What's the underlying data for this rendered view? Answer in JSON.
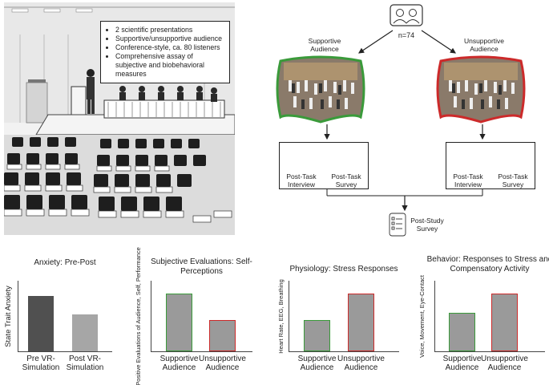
{
  "illustration": {
    "bullets": [
      "2 scientific presentations",
      "Supportive/unsupportive audience",
      "Conference-style, ca. 80 listeners",
      "Comprehensive assay of subjective and  biobehavioral measures"
    ]
  },
  "flow": {
    "participants": "n=74",
    "supportive_label": "Supportive Audience",
    "unsupportive_label": "Unsupportive Audience",
    "interview_label": "Post-Task Interview",
    "survey_label": "Post-Task Survey",
    "post_study_label": "Post-Study Survey",
    "colors": {
      "supportive": "#3a9a3a",
      "unsupportive": "#cc2a2a"
    }
  },
  "chart_data": [
    {
      "type": "bar",
      "title": "Anxiety: Pre-Post",
      "ylabel": "State Trait Anxiety",
      "categories": [
        "Pre VR-Simulation",
        "Post VR-Simulation"
      ],
      "values": [
        0.78,
        0.52
      ],
      "colors": [
        "#505050",
        "#a6a6a6"
      ],
      "outlines": [
        "#505050",
        "#a6a6a6"
      ],
      "ylim": [
        0,
        1
      ]
    },
    {
      "type": "bar",
      "title": "Subjective Evaluations: Self-Perceptions",
      "ylabel": "Positive Evaluations of Audience, Self, Performance",
      "categories": [
        "Supportive Audience",
        "Unsupportive Audience"
      ],
      "values": [
        0.82,
        0.44
      ],
      "colors": [
        "#9a9a9a",
        "#9a9a9a"
      ],
      "outlines": [
        "#3a9a3a",
        "#cc2a2a"
      ],
      "ylim": [
        0,
        1
      ]
    },
    {
      "type": "bar",
      "title": "Physiology: Stress Responses",
      "ylabel": "Heart Rate, EEG, Breathing",
      "categories": [
        "Supportive Audience",
        "Unsupportive Audience"
      ],
      "values": [
        0.44,
        0.82
      ],
      "colors": [
        "#9a9a9a",
        "#9a9a9a"
      ],
      "outlines": [
        "#3a9a3a",
        "#cc2a2a"
      ],
      "ylim": [
        0,
        1
      ]
    },
    {
      "type": "bar",
      "title": "Behavior: Responses to Stress and Compensatory Activity",
      "ylabel": "Voice, Movement, Eye-Contact",
      "categories": [
        "Supportive Audience",
        "Unsupportive Audience"
      ],
      "values": [
        0.54,
        0.82
      ],
      "colors": [
        "#9a9a9a",
        "#9a9a9a"
      ],
      "outlines": [
        "#3a9a3a",
        "#cc2a2a"
      ],
      "ylim": [
        0,
        1
      ]
    }
  ]
}
